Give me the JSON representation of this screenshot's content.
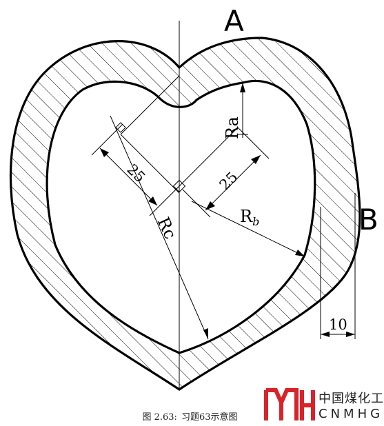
{
  "figure": {
    "label_a": "A",
    "label_b": "B",
    "dim_25_left": "25",
    "dim_25_right": "25",
    "dim_10": "10",
    "radius_a": "Ra",
    "radius_b_main": "R",
    "radius_b_sub": "b",
    "radius_c": "Rc"
  },
  "caption": {
    "number": "图 2.63:",
    "text": "习题63示意图"
  },
  "logo": {
    "chinese": "中国煤化工",
    "latin": "CNMHG",
    "color": "#d9232a"
  }
}
